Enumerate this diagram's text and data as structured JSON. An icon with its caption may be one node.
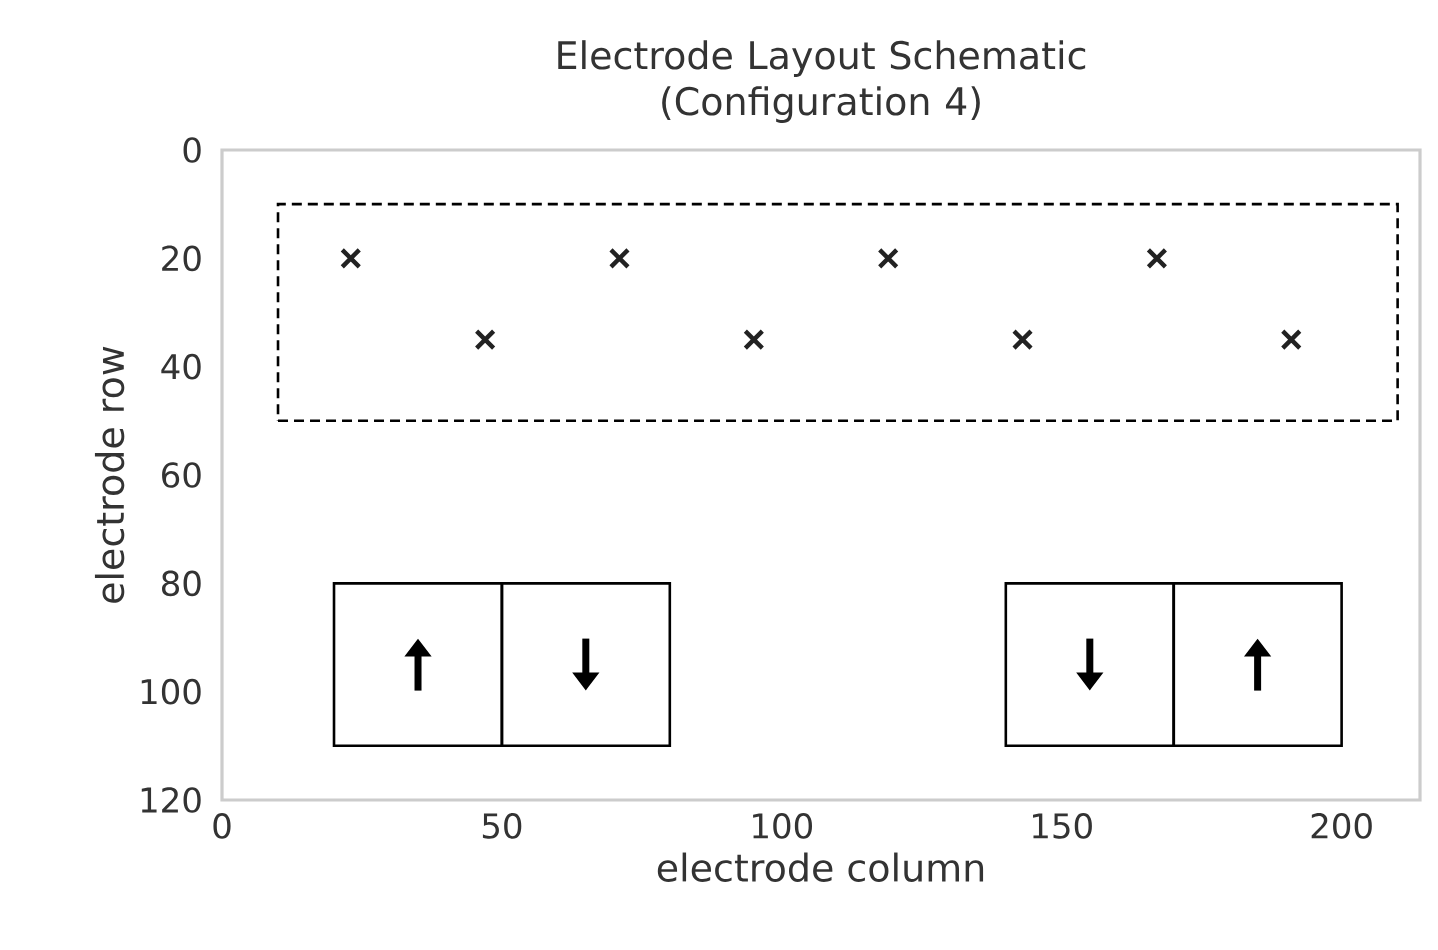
{
  "diagram": {
    "nodes": [
      {
        "text": [],
        "shape": "box"
      },
      {
        "text": [],
        "shape": "box"
      },
      {
        "text": [],
        "shape": "box"
      },
      {
        "text": [],
        "shape": "box"
      },
      {
        "text": [],
        "shape": "box"
      }
    ],
    "chart_data": {
      "type": "scatter",
      "title": "Electrode Layout Schematic (Configuration 4)",
      "xlabel": "electrode column",
      "ylabel": "electrode row",
      "x": [
        23,
        47,
        71,
        95,
        119,
        143,
        167,
        191
      ],
      "series": [
        {
          "color": "#222222",
          "values": [
            20,
            35,
            20,
            35,
            20,
            35,
            20,
            35
          ]
        }
      ],
      "xlim": [
        0,
        214
      ],
      "ylim": [
        120,
        0
      ],
      "xticks": [
        0,
        50,
        100,
        150,
        200
      ],
      "yticks": [
        0,
        20,
        40,
        60,
        80,
        100,
        120
      ]
    }
  }
}
